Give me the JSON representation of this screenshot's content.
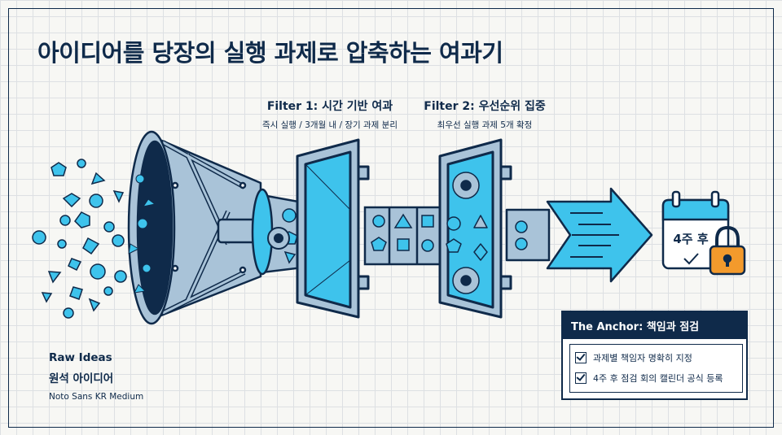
{
  "title": "아이디어를 당장의 실행 과제로 압축하는 여과기",
  "filter1": {
    "title": "Filter 1: 시간 기반 여과",
    "subtitle": "즉시 실행 / 3개월 내 / 장기 과제 분리"
  },
  "filter2": {
    "title": "Filter 2: 우선순위 집중",
    "subtitle": "최우선 실행 과제 5개 확정"
  },
  "raw": {
    "en": "Raw Ideas",
    "ko": "원석 아이디어",
    "font": "Noto Sans KR Medium"
  },
  "calendar": {
    "label": "4주 후"
  },
  "anchor": {
    "header": "The Anchor: 책임과 점검",
    "items": [
      "과제별 책임자 명확히 지정",
      "4주 후 점검 회의 캘린더 공식 등록"
    ]
  },
  "colors": {
    "navy": "#0f2a4a",
    "cyan": "#3ec3ec",
    "steel": "#a9c3d8",
    "orange": "#f39a2c"
  },
  "icons": [
    "funnel-icon",
    "gear-icon",
    "filter-panel-icon",
    "arrow-icon",
    "calendar-icon",
    "lock-icon",
    "checkbox-icon"
  ]
}
